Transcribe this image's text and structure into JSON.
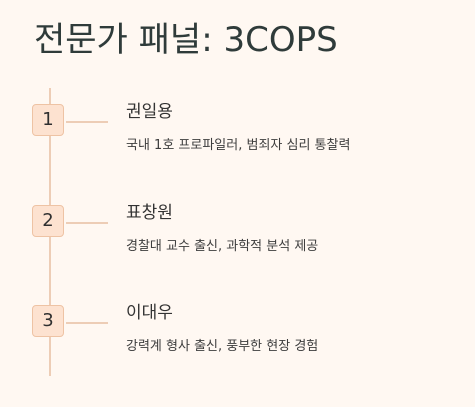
{
  "page": {
    "title": "전문가 패널: 3COPS"
  },
  "panel": [
    {
      "number": "1",
      "name": "권일용",
      "description": "국내 1호 프로파일러, 범죄자 심리 통찰력"
    },
    {
      "number": "2",
      "name": "표창원",
      "description": "경찰대 교수 출신, 과학적 분석 제공"
    },
    {
      "number": "3",
      "name": "이대우",
      "description": "강력계 형사 출신, 풍부한 현장 경험"
    }
  ],
  "colors": {
    "background": "#fff8f2",
    "title_text": "#2f3b3a",
    "timeline_line": "#edcdb6",
    "badge_fill": "#fde2d0",
    "badge_border": "#eec3a4"
  }
}
